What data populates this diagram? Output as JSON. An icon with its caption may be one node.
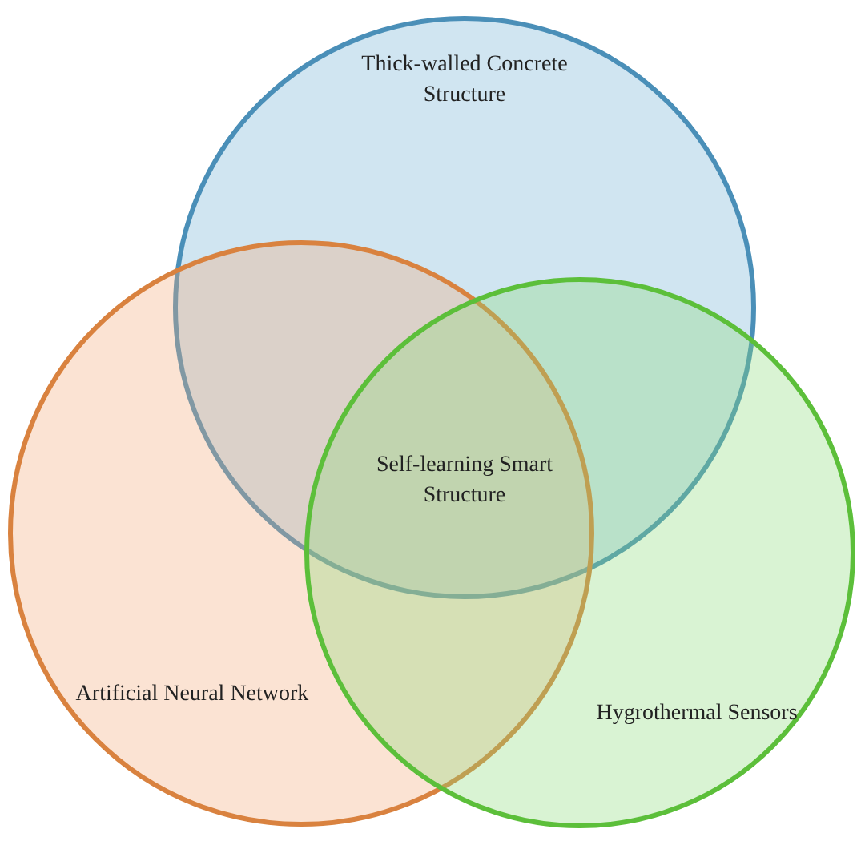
{
  "diagram": {
    "nodes": [
      {
        "text": [
          "Thick-walled Concrete Structure"
        ]
      },
      {
        "text": [
          "Artificial Neural Network"
        ]
      },
      {
        "text": [
          "Hygrothermal Sensors"
        ]
      }
    ],
    "edges": [],
    "labels": [
      "Self-learning Smart Structure"
    ]
  }
}
